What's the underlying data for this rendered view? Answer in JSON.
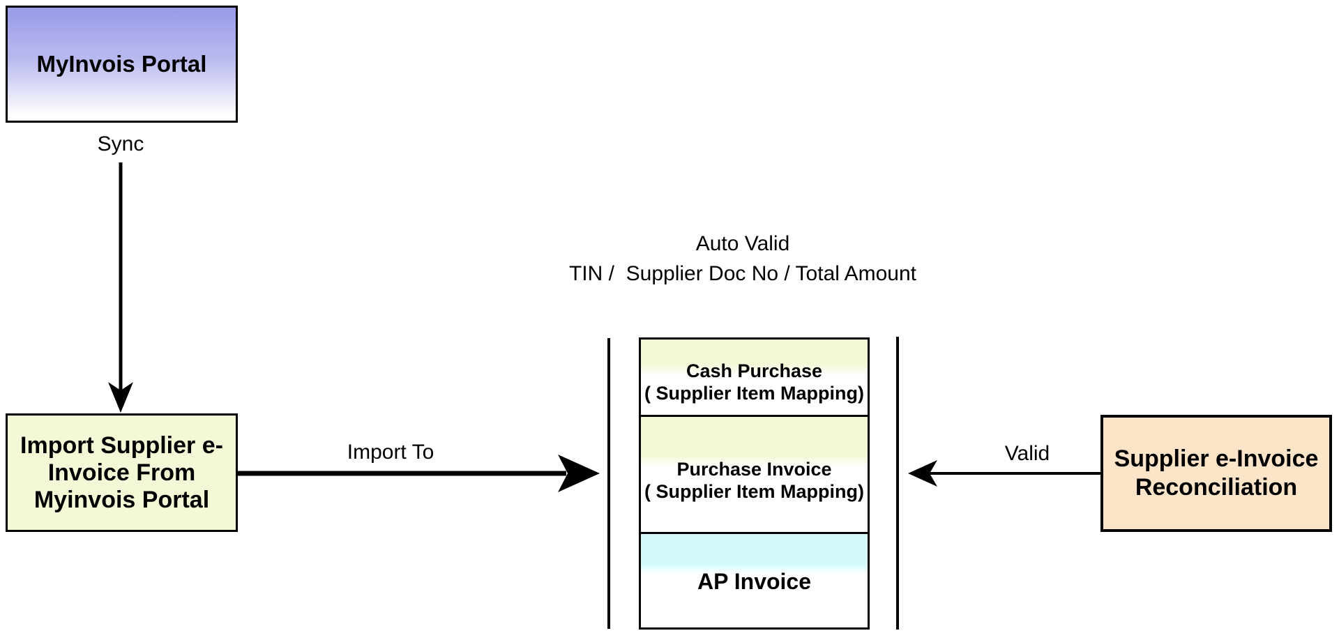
{
  "colors": {
    "portal-top": "#9a9ae8",
    "box-yellow": "#f4f8d6",
    "band-yellow": "#f3f8d5",
    "band-cyan": "#d6fafc",
    "box-peach": "#fce4c9",
    "stroke": "#000000"
  },
  "nodes": {
    "portal": {
      "label": "MyInvois Portal"
    },
    "import": {
      "lines": [
        "Import Supplier e-",
        "Invoice From",
        "Myinvois Portal"
      ]
    },
    "stack": {
      "cash": {
        "title": "Cash Purchase",
        "subtitle": "( Supplier Item Mapping)"
      },
      "purchase": {
        "title": "Purchase Invoice",
        "subtitle": "( Supplier Item Mapping)"
      },
      "ap": {
        "title": "AP Invoice"
      }
    },
    "reconciliation": {
      "lines": [
        "Supplier e-Invoice",
        "Reconciliation"
      ]
    }
  },
  "labels": {
    "sync": "Sync",
    "import_to": "Import To",
    "valid": "Valid",
    "auto_valid": "Auto Valid",
    "auto_valid_detail": "TIN /  Supplier Doc No / Total Amount"
  }
}
